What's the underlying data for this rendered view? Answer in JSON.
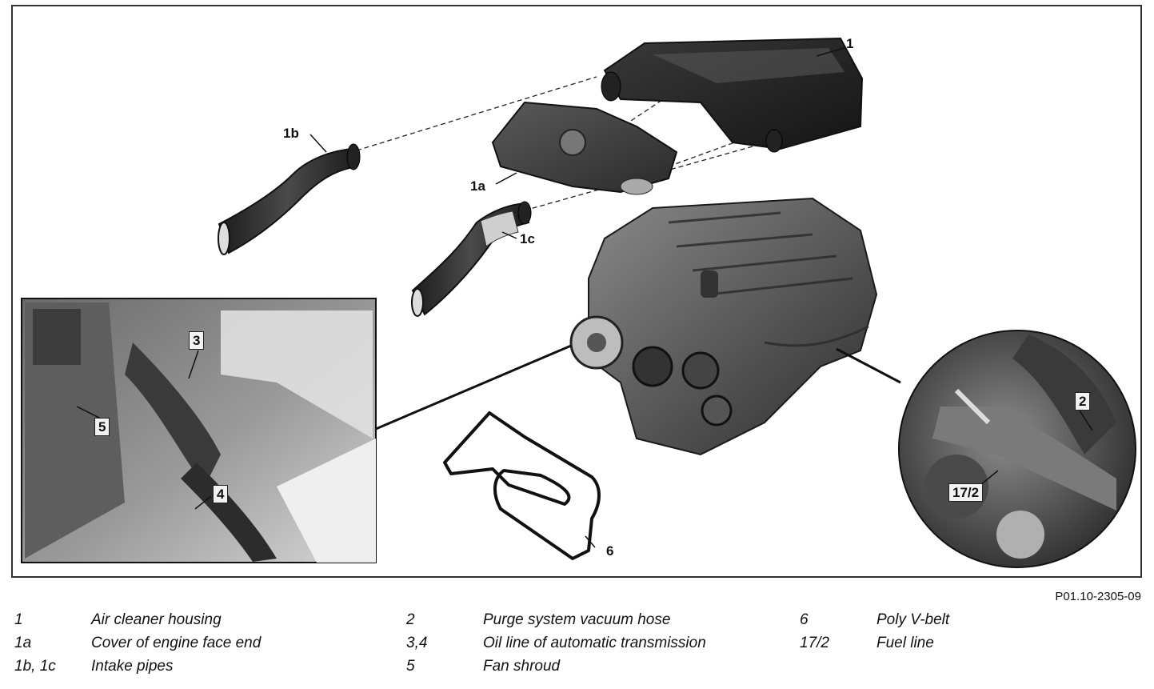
{
  "callouts": {
    "c1": "1",
    "c1a": "1a",
    "c1b": "1b",
    "c1c": "1c",
    "c2": "2",
    "c3": "3",
    "c4": "4",
    "c5": "5",
    "c6": "6",
    "c17_2": "17/2"
  },
  "figure_ref": "P01.10-2305-09",
  "legend": [
    {
      "code": "1",
      "desc": "Air cleaner housing"
    },
    {
      "code": "1a",
      "desc": "Cover of engine face end"
    },
    {
      "code": "1b, 1c",
      "desc": "Intake pipes"
    },
    {
      "code": "2",
      "desc": "Purge system vacuum hose"
    },
    {
      "code": "3,4",
      "desc": "Oil line of automatic transmission"
    },
    {
      "code": "5",
      "desc": "Fan shroud"
    },
    {
      "code": "6",
      "desc": "Poly V-belt"
    },
    {
      "code": "17/2",
      "desc": "Fuel line"
    }
  ]
}
